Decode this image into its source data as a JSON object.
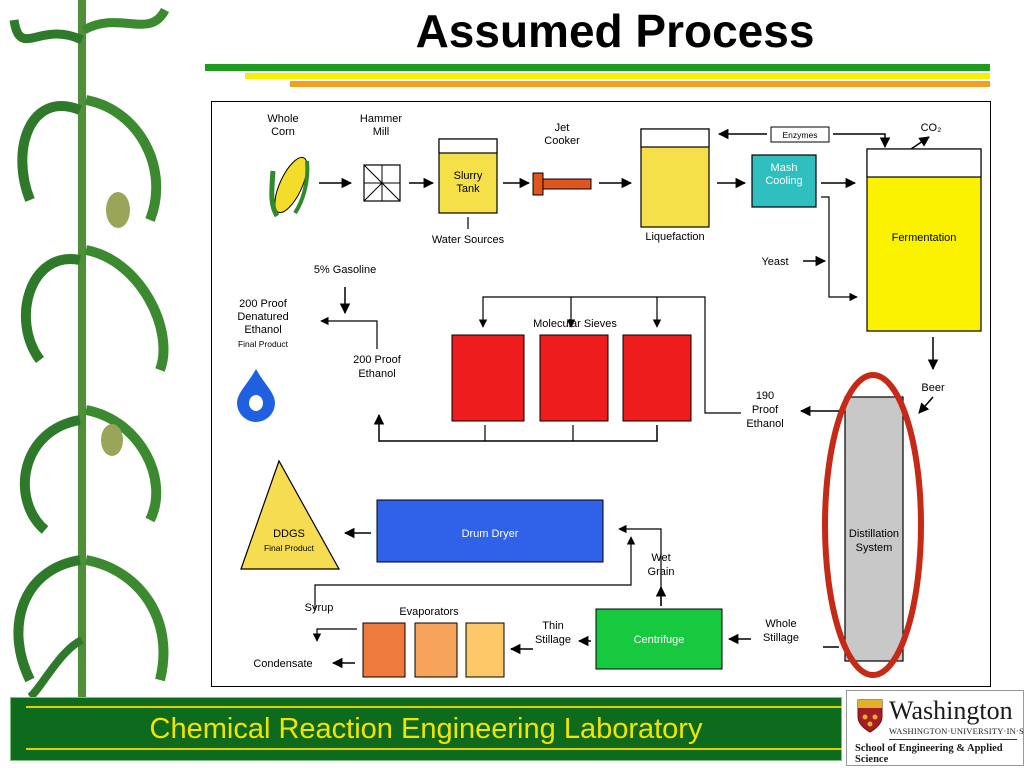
{
  "slide": {
    "title": "Assumed Process"
  },
  "footer": {
    "text": "Chemical Reaction Engineering Laboratory"
  },
  "logo": {
    "name": "Washington",
    "subtitle": "WASHINGTON·UNIVERSITY·IN·ST·LOUIS",
    "school": "School of Engineering & Applied Science"
  },
  "colors": {
    "slurry_tank": "#f5e04a",
    "liquefaction": "#f5e04a",
    "fermentation": "#fbf200",
    "mash_cooling": "#2fbfbf",
    "molecular_sieves": "#ee1c1c",
    "drum_dryer": "#2f62e8",
    "centrifuge": "#16c93e",
    "distillation": "#c8c8c8",
    "distillation_highlight": "#c62a17",
    "ddgs": "#f5dc50",
    "evaporators": [
      "#ee7a3e",
      "#f6a35c",
      "#fcc868"
    ]
  },
  "icons": [
    "whole-corn-icon",
    "hammer-mill-icon",
    "jet-cooker-icon",
    "ethanol-drop-icon"
  ],
  "diagram": {
    "whole_corn": [
      "Whole",
      "Corn"
    ],
    "hammer_mill": [
      "Hammer",
      "Mill"
    ],
    "slurry_tank": [
      "Slurry",
      "Tank"
    ],
    "water_sources": "Water Sources",
    "jet_cooker": [
      "Jet",
      "Cooker"
    ],
    "liquefaction": "Liquefaction",
    "enzymes": "Enzymes",
    "co2": "CO₂",
    "mash_cooling": [
      "Mash",
      "Cooling"
    ],
    "fermentation": "Fermentation",
    "yeast": "Yeast",
    "beer": "Beer",
    "gasoline": "5% Gasoline",
    "denatured": [
      "200 Proof",
      "Denatured",
      "Ethanol"
    ],
    "final_product": "Final Product",
    "proof200": [
      "200 Proof",
      "Ethanol"
    ],
    "molecular_sieves": "Molecular Sieves",
    "proof190": [
      "190",
      "Proof",
      "Ethanol"
    ],
    "distillation": [
      "Distillation",
      "System"
    ],
    "ddgs": "DDGS",
    "ddgs_final": "Final Product",
    "drum_dryer": "Drum Dryer",
    "wet_grain": [
      "Wet",
      "Grain"
    ],
    "syrup": "Syrup",
    "evaporators": "Evaporators",
    "condensate": "Condensate",
    "thin_stillage": [
      "Thin",
      "Stillage"
    ],
    "centrifuge": "Centrifuge",
    "whole_stillage": [
      "Whole",
      "Stillage"
    ]
  }
}
